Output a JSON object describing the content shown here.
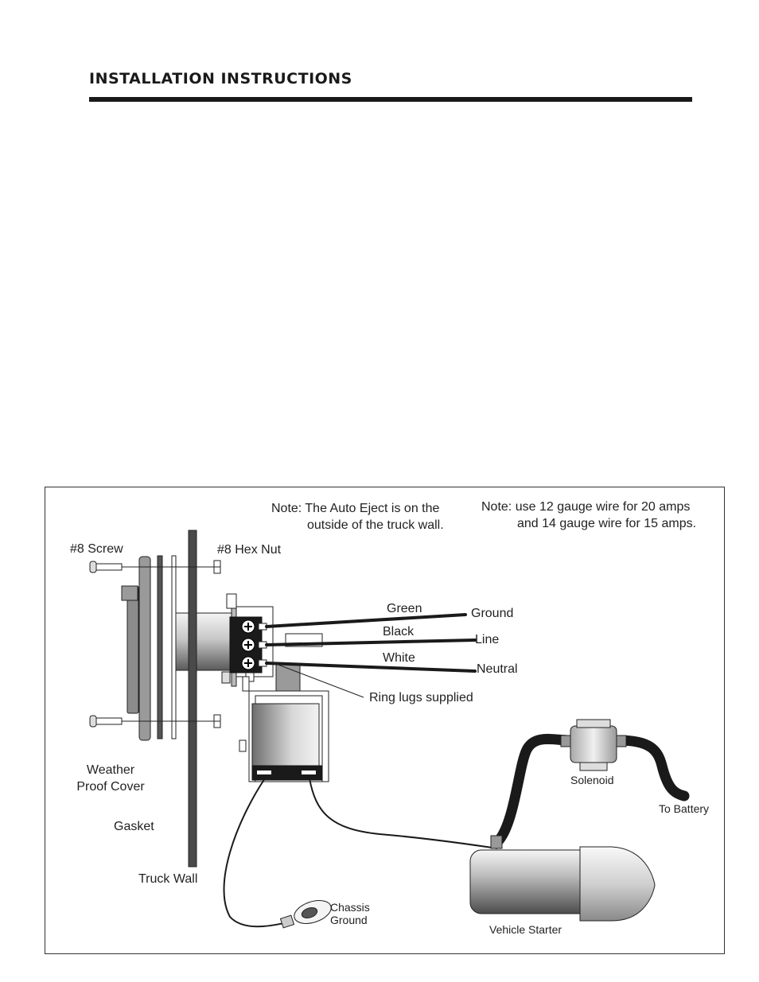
{
  "header": {
    "title": "INSTALLATION INSTRUCTIONS"
  },
  "diagram": {
    "notes": {
      "location": {
        "prefix": "Note:",
        "line1": "The Auto Eject is on the",
        "line2": "outside of the truck wall."
      },
      "wire_gauge": {
        "prefix": "Note:",
        "line1": "use 12 gauge wire for 20 amps",
        "line2": "and 14 gauge wire for 15 amps."
      }
    },
    "hardware": {
      "screw": "#8 Screw",
      "hex_nut": "#8 Hex Nut",
      "weather_cover_line1": "Weather",
      "weather_cover_line2": "Proof Cover",
      "gasket": "Gasket",
      "truck_wall": "Truck Wall",
      "ring_lugs": "Ring lugs supplied"
    },
    "wires": [
      {
        "color_name": "Green",
        "connects_to": "Ground",
        "stroke": "#1a1a1a"
      },
      {
        "color_name": "Black",
        "connects_to": "Line",
        "stroke": "#1a1a1a"
      },
      {
        "color_name": "White",
        "connects_to": "Neutral",
        "stroke": "#1a1a1a"
      }
    ],
    "components": {
      "solenoid": "Solenoid",
      "to_battery": "To  Battery",
      "vehicle_starter": "Vehicle  Starter",
      "chassis_ground_line1": "Chassis",
      "chassis_ground_line2": "Ground"
    }
  }
}
